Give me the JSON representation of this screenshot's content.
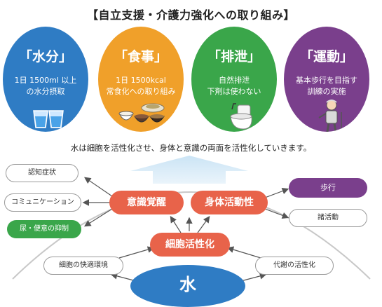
{
  "title": "【自立支援・介護力強化への取り組み】",
  "circles": [
    {
      "heading": "「水分」",
      "line1": "1日 1500ml 以上",
      "line2": "の水分摂取",
      "color": "#2f7cc4"
    },
    {
      "heading": "「食事」",
      "line1": "1日 1500kcal",
      "line2": "常食化への取り組み",
      "color": "#f0a02a"
    },
    {
      "heading": "「排泄」",
      "line1": "自然排泄",
      "line2": "下剤は使わない",
      "color": "#3aa64a"
    },
    {
      "heading": "「運動」",
      "line1": "基本歩行を目指す",
      "line2": "訓練の実施",
      "color": "#7a3f8c"
    }
  ],
  "caption": "水は細胞を活性化させ、身体と意識の両面を活性化していきます。",
  "diagram": {
    "consciousness": "意識覚醒",
    "body_activity": "身体活動性",
    "cell_activation": "細胞活性化",
    "water": "水",
    "cognitive": "認知症状",
    "communication": "コミュニケーション",
    "urination": "尿・便意の抑制",
    "walking": "歩行",
    "activities": "諸活動",
    "environment": "細胞の快適環境",
    "metabolism": "代謝の活性化"
  }
}
